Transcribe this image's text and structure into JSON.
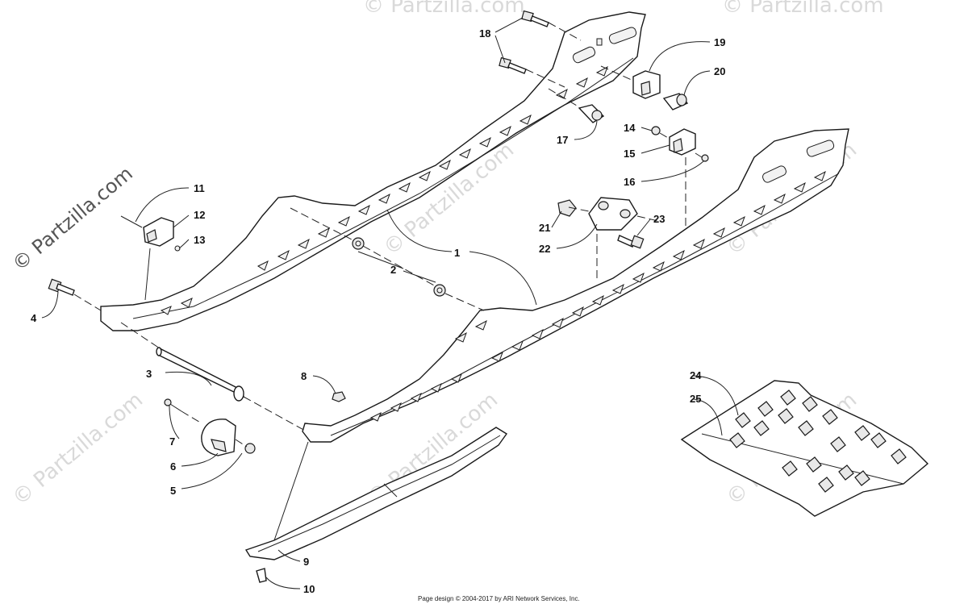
{
  "watermark": {
    "side": "© Partzilla.com",
    "repeat": "© Partzilla.com"
  },
  "footer": "Page design © 2004-2017 by ARI Network Services, Inc.",
  "callouts": [
    "1",
    "2",
    "3",
    "4",
    "5",
    "6",
    "7",
    "8",
    "9",
    "10",
    "11",
    "12",
    "13",
    "14",
    "15",
    "16",
    "17",
    "18",
    "19",
    "20",
    "21",
    "22",
    "23",
    "24",
    "25"
  ]
}
